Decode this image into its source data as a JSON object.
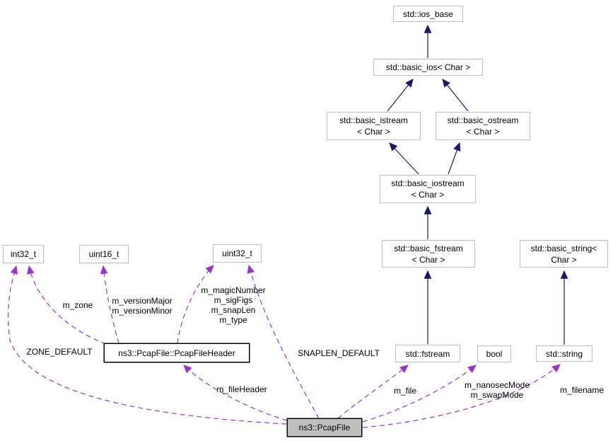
{
  "nodes": {
    "ios_base": {
      "label": "std::ios_base"
    },
    "basic_ios": {
      "label": "std::basic_ios< Char >"
    },
    "basic_istream": {
      "label": "std::basic_istream\n< Char >"
    },
    "basic_ostream": {
      "label": "std::basic_ostream\n< Char >"
    },
    "basic_iostream": {
      "label": "std::basic_iostream\n< Char >"
    },
    "basic_fstream": {
      "label": "std::basic_fstream\n< Char >"
    },
    "basic_string": {
      "label": "std::basic_string<\nChar >"
    },
    "fstream": {
      "label": "std::fstream"
    },
    "bool": {
      "label": "bool"
    },
    "string": {
      "label": "std::string"
    },
    "int32_t": {
      "label": "int32_t"
    },
    "uint16_t": {
      "label": "uint16_t"
    },
    "uint32_t": {
      "label": "uint32_t"
    },
    "pcap_file_header": {
      "label": "ns3::PcapFile::PcapFileHeader"
    },
    "pcap_file": {
      "label": "ns3::PcapFile"
    }
  },
  "edge_labels": {
    "m_zone": "m_zone",
    "m_version": "m_versionMajor\nm_versionMinor",
    "m_magic": "m_magicNumber\nm_sigFigs\nm_snapLen\nm_type",
    "zone_default": "ZONE_DEFAULT",
    "snaplen_default": "SNAPLEN_DEFAULT",
    "m_file_header": "m_fileHeader",
    "m_file": "m_file",
    "m_nanosec": "m_nanosecMode\nm_swapMode",
    "m_filename": "m_filename"
  },
  "colors": {
    "inheritance_edge": "#191970",
    "usage_edge": "#9a32cd",
    "external_node_border": "#bebebe",
    "documented_node_border": "#000000",
    "main_node_fill": "#bfbfbf",
    "background": "#ffffff"
  }
}
